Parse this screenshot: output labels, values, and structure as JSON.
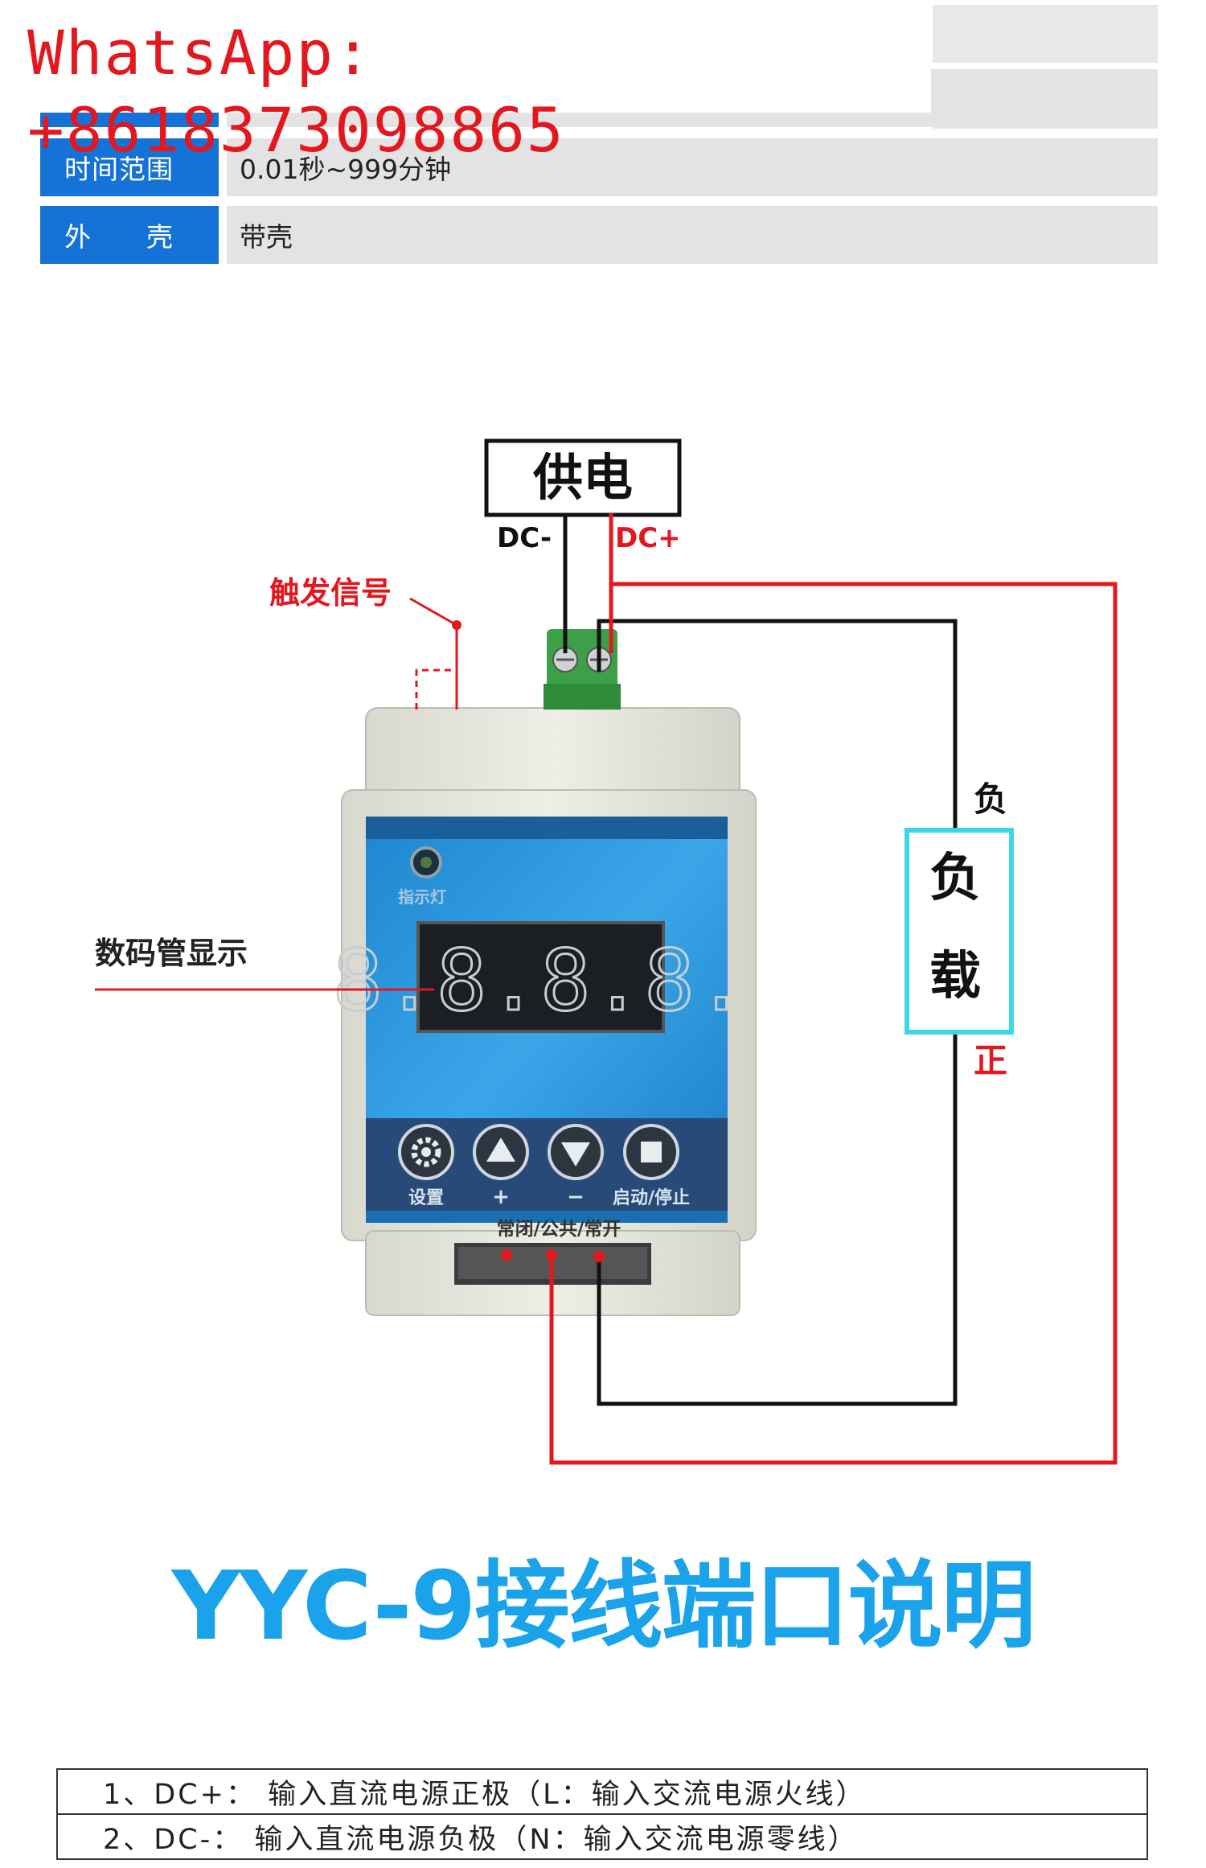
{
  "watermark": {
    "text": "WhatsApp: +8618373098865"
  },
  "spec_table": {
    "rows": [
      {
        "label": "时间范围",
        "value": "0.01秒~999分钟"
      },
      {
        "label": "外　　壳",
        "value": "带壳"
      }
    ]
  },
  "diagram": {
    "power_box_label": "供电",
    "dc_minus": "DC-",
    "dc_plus": "DC+",
    "trigger_label": "触发信号",
    "display_label": "数码管显示",
    "indicator_label": "指示灯",
    "display_digits": "8.8.8.8.",
    "load_label_top": "负",
    "load_label_bottom": "载",
    "load_negative": "负",
    "load_positive": "正",
    "buttons": [
      {
        "icon": "gear-icon",
        "label": "设置"
      },
      {
        "icon": "up-arrow-icon",
        "label": "+"
      },
      {
        "icon": "down-arrow-icon",
        "label": "−"
      },
      {
        "icon": "stop-icon",
        "label": "启动/停止"
      }
    ],
    "relay_terminals_label": "常闭/公共/常开"
  },
  "heading": {
    "text": "YYC-9接线端口说明"
  },
  "port_description": {
    "rows": [
      "1、DC+： 输入直流电源正极（L：输入交流电源火线）",
      "2、DC-： 输入直流电源负极（N：输入交流电源零线）"
    ]
  },
  "colors": {
    "blue_label": "#1572d6",
    "wire_red": "#e3181f",
    "title_blue": "#1aa3ea",
    "load_box": "#3cd6e6"
  }
}
